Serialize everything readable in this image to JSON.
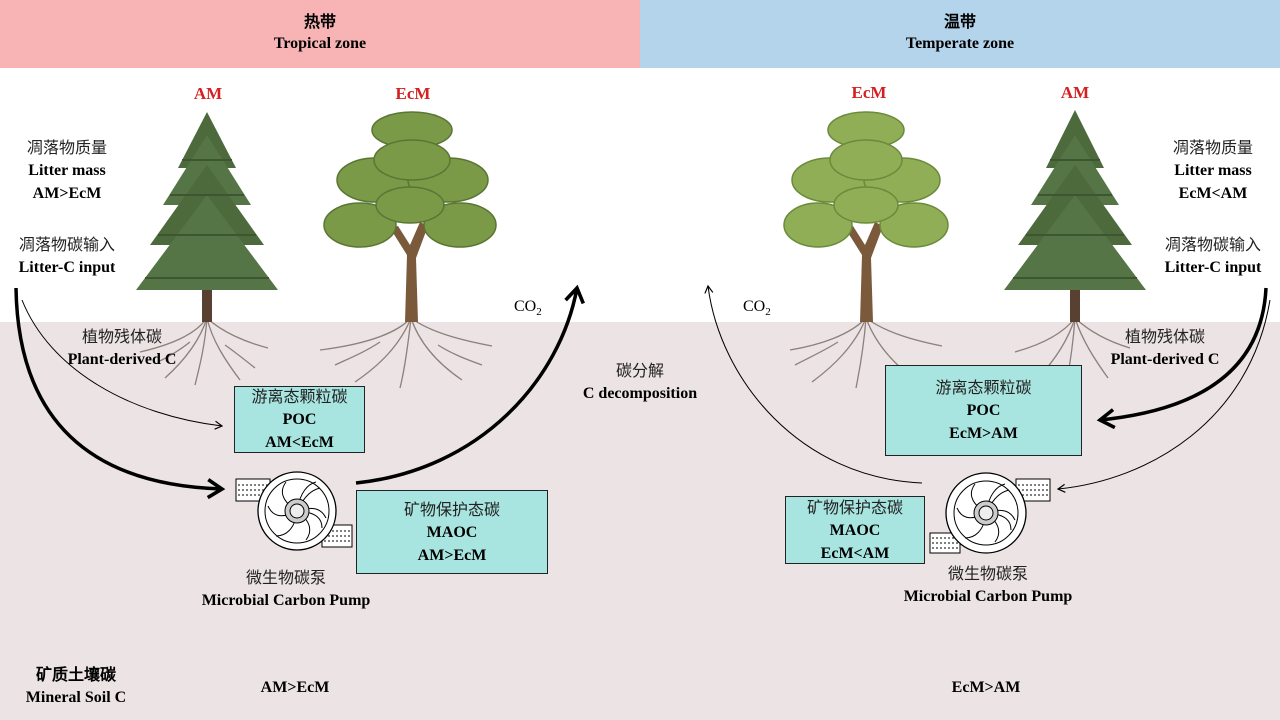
{
  "header": {
    "left": {
      "zh": "热带",
      "en": "Tropical zone",
      "color": "#f8b4b4"
    },
    "right": {
      "zh": "温带",
      "en": "Temperate zone",
      "color": "#b4d4ec"
    }
  },
  "colors": {
    "soil": "#ebe3e4",
    "box": "#a8e5e0",
    "mycorrhiza_label": "#d42020"
  },
  "tropical": {
    "tree_left": "AM",
    "tree_right": "EcM",
    "litter_mass": {
      "zh": "凋落物质量",
      "en": "Litter mass",
      "relation": "AM>EcM"
    },
    "litter_input": {
      "zh": "凋落物碳输入",
      "en": "Litter-C input"
    },
    "plant_derived": {
      "zh": "植物残体碳",
      "en": "Plant-derived C"
    },
    "poc": {
      "zh": "游离态颗粒碳",
      "en": "POC",
      "relation": "AM<EcM"
    },
    "maoc": {
      "zh": "矿物保护态碳",
      "en": "MAOC",
      "relation": "AM>EcM"
    },
    "pump": {
      "zh": "微生物碳泵",
      "en": "Microbial Carbon Pump"
    },
    "co2": "CO",
    "co2_sub": "2",
    "mineral_relation": "AM>EcM"
  },
  "center": {
    "zh": "碳分解",
    "en": "C decomposition"
  },
  "temperate": {
    "tree_left": "EcM",
    "tree_right": "AM",
    "litter_mass": {
      "zh": "凋落物质量",
      "en": "Litter mass",
      "relation": "EcM<AM"
    },
    "litter_input": {
      "zh": "凋落物碳输入",
      "en": "Litter-C input"
    },
    "plant_derived": {
      "zh": "植物残体碳",
      "en": "Plant-derived C"
    },
    "poc": {
      "zh": "游离态颗粒碳",
      "en": "POC",
      "relation": "EcM>AM"
    },
    "maoc": {
      "zh": "矿物保护态碳",
      "en": "MAOC",
      "relation": "EcM<AM"
    },
    "pump": {
      "zh": "微生物碳泵",
      "en": "Microbial Carbon Pump"
    },
    "co2": "CO",
    "co2_sub": "2",
    "mineral_relation": "EcM>AM"
  },
  "mineral_soil": {
    "zh": "矿质土壤碳",
    "en": "Mineral Soil C"
  }
}
